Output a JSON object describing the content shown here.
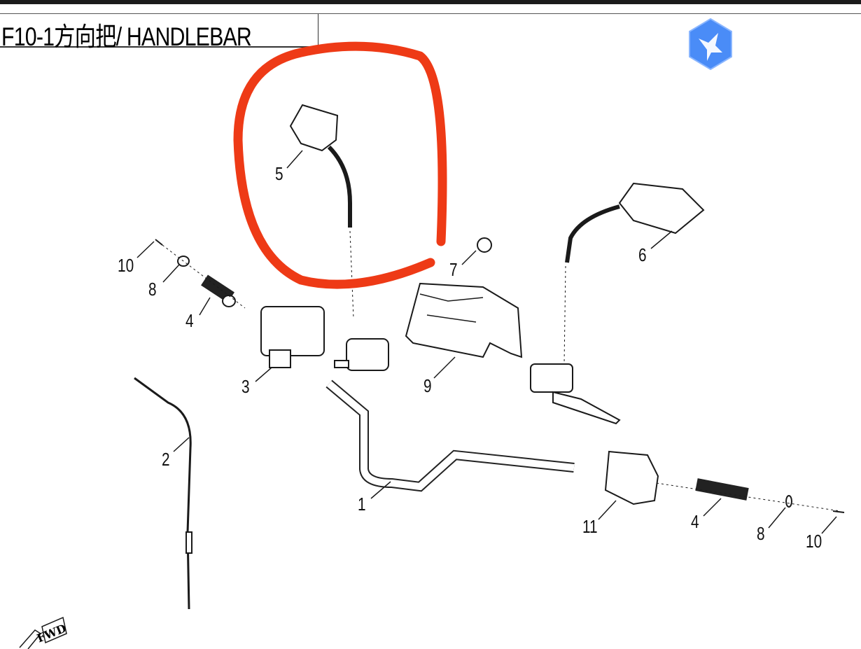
{
  "title": "F10-1方向把/ HANDLEBAR",
  "logo_icon": "bird-hexagon-app-icon",
  "annotation": {
    "type": "hand-drawn circle",
    "color": "#ee3a16",
    "encircles_part": "5"
  },
  "callouts": [
    "10",
    "8",
    "4",
    "3",
    "2",
    "1",
    "5",
    "7",
    "6",
    "9",
    "11",
    "4",
    "8",
    "10"
  ],
  "fwd_label": "FWD",
  "colors": {
    "line": "#1a1a1a",
    "annotation": "#ee3a16",
    "logo": "#4a8cf7"
  }
}
